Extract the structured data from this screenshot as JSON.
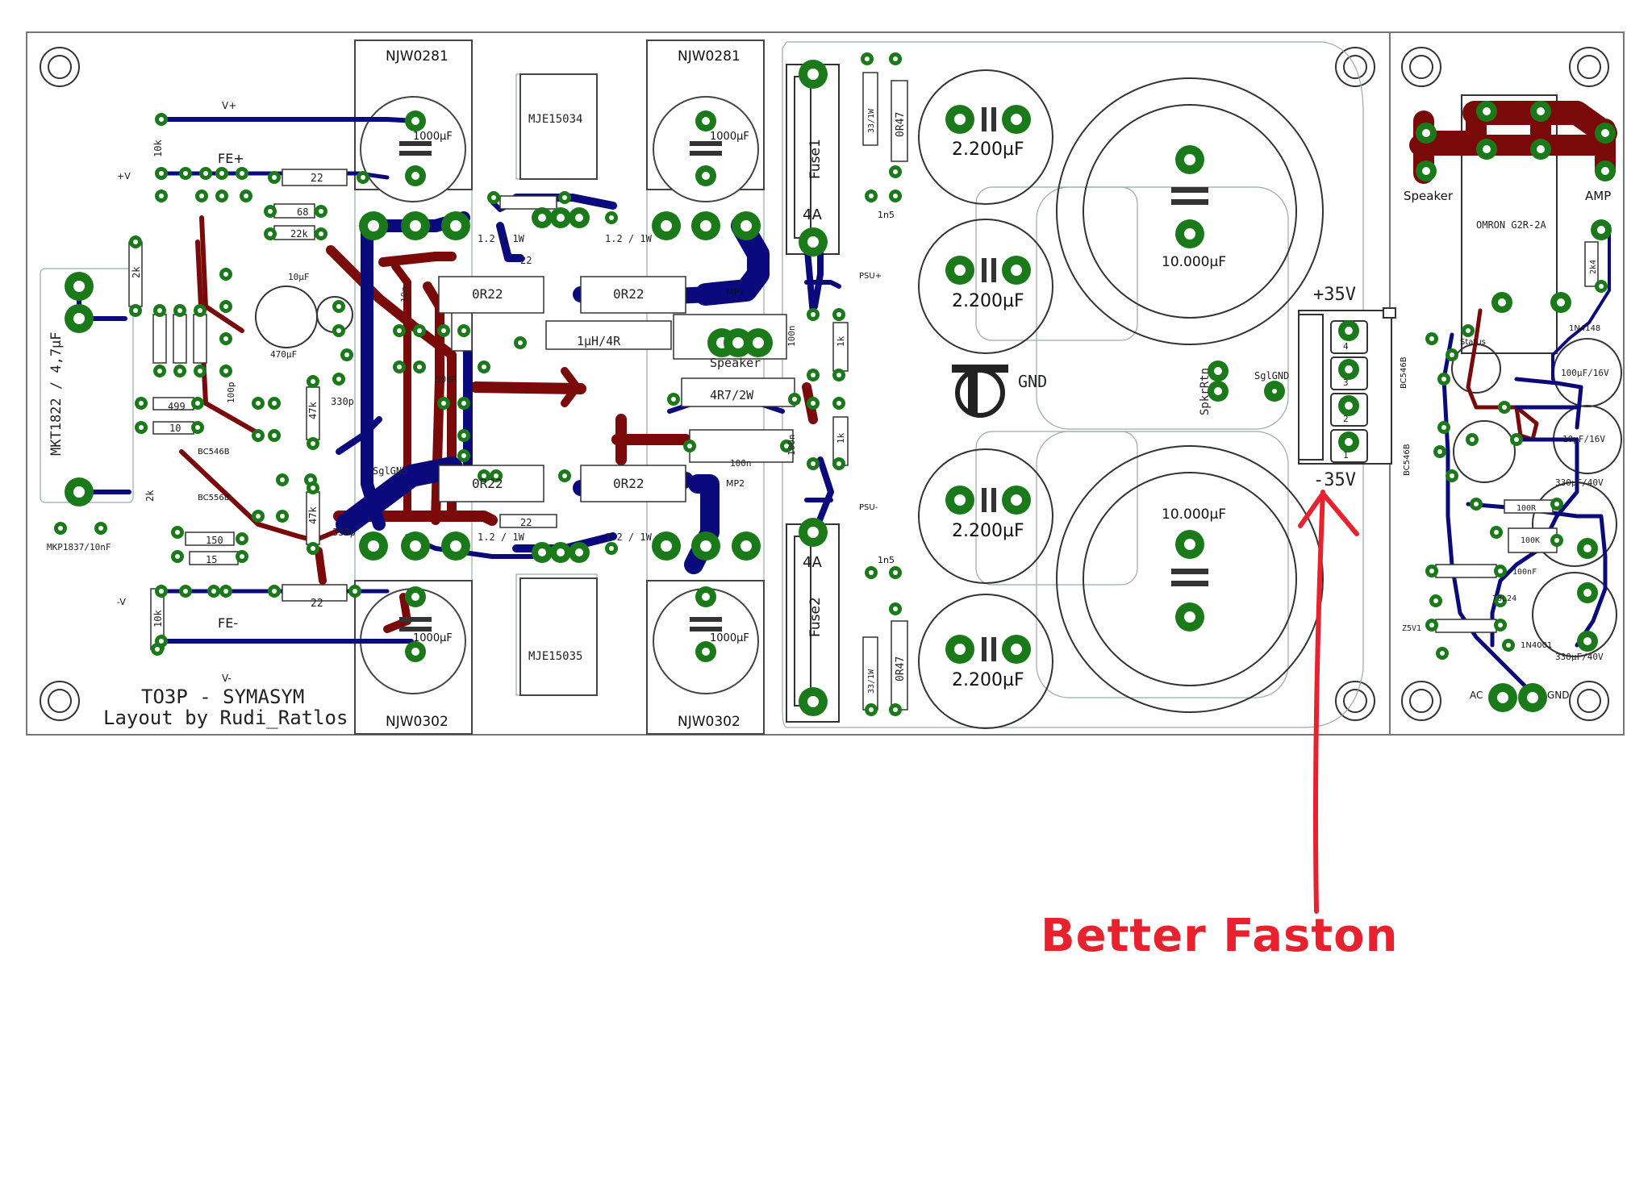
{
  "colors": {
    "top_trace": "#0a0a7c",
    "bottom_trace": "#7a0a0a",
    "pad": "#1a7a1a",
    "outline": "#555555",
    "annotation": "#e8212e"
  },
  "board": {
    "title_line1": "TO3P - SYMASYM",
    "title_line2": "Layout by Rudi_Ratlos",
    "labels": {
      "q_top_left": "NJW0281",
      "q_top_right": "NJW0281",
      "q_bot_left": "NJW0302",
      "q_bot_right": "NJW0302",
      "driver_top": "MJE15034",
      "driver_bot": "MJE15035",
      "cap_1000_a": "1000µF",
      "cap_1000_b": "1000µF",
      "cap_1000_c": "1000µF",
      "cap_1000_d": "1000µF",
      "cap_2200_a": "2.200µF",
      "cap_2200_b": "2.200µF",
      "cap_2200_c": "2.200µF",
      "cap_2200_d": "2.200µF",
      "cap_10000_a": "10.000µF",
      "cap_10000_b": "10.000µF",
      "fuse1": "Fuse1",
      "fuse2": "Fuse2",
      "fuse_a1": "4A",
      "fuse_a2": "4A",
      "plus35": "+35V",
      "minus35": "-35V",
      "gnd": "GND",
      "spkrrtn": "SpkrRtn",
      "sglgnd": "SglGND",
      "sglgnd2": "SglGND",
      "speaker_pad": "Speaker",
      "speaker_relay": "Speaker",
      "amp": "AMP",
      "omron": "OMRON G2R-2A",
      "mkt": "MKT1822 / 4,7µF",
      "mkp": "MKP1837/10nF",
      "vplus": "V+",
      "vminus": "V-",
      "feplus": "FE+",
      "feminus": "FE-",
      "plusv": "+V",
      "minusv": "-V",
      "r22_a": "22",
      "r22_b": "22",
      "r22_c": "22",
      "r22_d": "22",
      "r68": "68",
      "r22k": "22k",
      "r2k": "2k",
      "r2k2": "2k",
      "r10k": "10k",
      "r10k2": "10k",
      "r499": "499",
      "r10": "10",
      "r150": "150",
      "r15": "15",
      "r47k_a": "47k",
      "r47k_b": "47k",
      "c330p_a": "330p",
      "c330p_b": "330p",
      "c470": "470µF",
      "c100p": "100p",
      "c10uf": "10µF",
      "r500": "500R",
      "c10n": "10n",
      "r0r22_a": "0R22",
      "r0r22_b": "0R22",
      "r0r22_c": "0R22",
      "r0r22_d": "0R22",
      "w12_a": "1.2 / 1W",
      "w12_b": "1.2 / 1W",
      "w12_c": "1.2 / 1W",
      "w12_d": "1.2 / 1W",
      "inductor": "1µH/4R",
      "r4r7": "4R7/2W",
      "c100n_a": "100n",
      "c100n_b": "100n",
      "c100n_c": "100n",
      "mp1": "MP1",
      "mp2": "MP2",
      "psuplus": "PSU+",
      "psuminus": "PSU-",
      "r1k_a": "1k",
      "r1k_b": "1k",
      "c1n5_a": "1n5",
      "c1n5_b": "1n5",
      "r33_a": "33/1W",
      "r33_b": "33/1W",
      "r0r47_a": "0R47",
      "r0r47_b": "0R47",
      "bc546b_a": "BC546B",
      "bc546b_b": "BC546B",
      "bc546b_c": "BC546B",
      "bc556b": "BC556B",
      "status": "Status",
      "d1n4148": "1N4148",
      "d1n4001": "1N4001",
      "c100_16_a": "100µF/16V",
      "c100_16_b": "10µF/16V",
      "c330_40_a": "330µF/40V",
      "c330_40_b": "330µF/40V",
      "r100r": "100R",
      "r100k": "100K",
      "c100nf": "100nF",
      "reg78l24": "78L24",
      "z5v1": "Z5V1",
      "ac": "AC",
      "gnd_relay": "GND",
      "r2k4": "2k4",
      "t1": "1",
      "t2": "2",
      "t3": "3",
      "t4": "4"
    }
  },
  "annotation": {
    "text": "Better Faston"
  }
}
